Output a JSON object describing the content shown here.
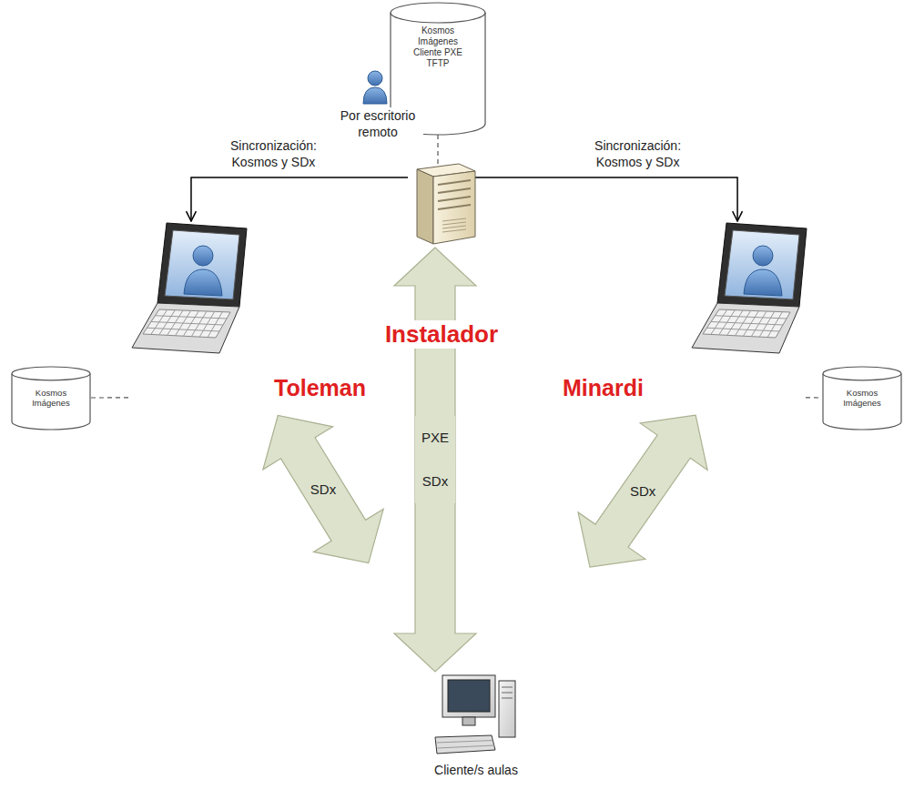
{
  "diagram": {
    "nodes": [
      {
        "text": [
          "Kosmos Imágenes Cliente PXE TFTP"
        ]
      },
      {
        "text": [
          "Instalador"
        ]
      },
      {
        "text": [
          "Kosmos Imágenes"
        ]
      },
      {
        "text": [
          "Toleman"
        ]
      },
      {
        "text": [
          "Minardi"
        ]
      },
      {
        "text": [
          "Kosmos Imágenes"
        ]
      },
      {
        "text": [
          "Cliente/s aulas"
        ]
      }
    ],
    "edges": [
      {
        "from": 0,
        "to": 1,
        "arrow": "none"
      },
      {
        "from": 1,
        "to": 3,
        "arrow": "to",
        "label": "Sincronización: Kosmos y SDx"
      },
      {
        "from": 1,
        "to": 4,
        "arrow": "to",
        "label": "Sincronización: Kosmos y SDx"
      },
      {
        "from": 2,
        "to": 3,
        "arrow": "none"
      },
      {
        "from": 4,
        "to": 5,
        "arrow": "none"
      },
      {
        "from": 1,
        "to": 6,
        "arrow": "both",
        "label": "PXE SDx"
      },
      {
        "from": 3,
        "to": 6,
        "arrow": "both",
        "label": "SDx"
      },
      {
        "from": 4,
        "to": 6,
        "arrow": "both",
        "label": "SDx"
      }
    ],
    "labels": [
      "Por escritorio remoto"
    ]
  }
}
